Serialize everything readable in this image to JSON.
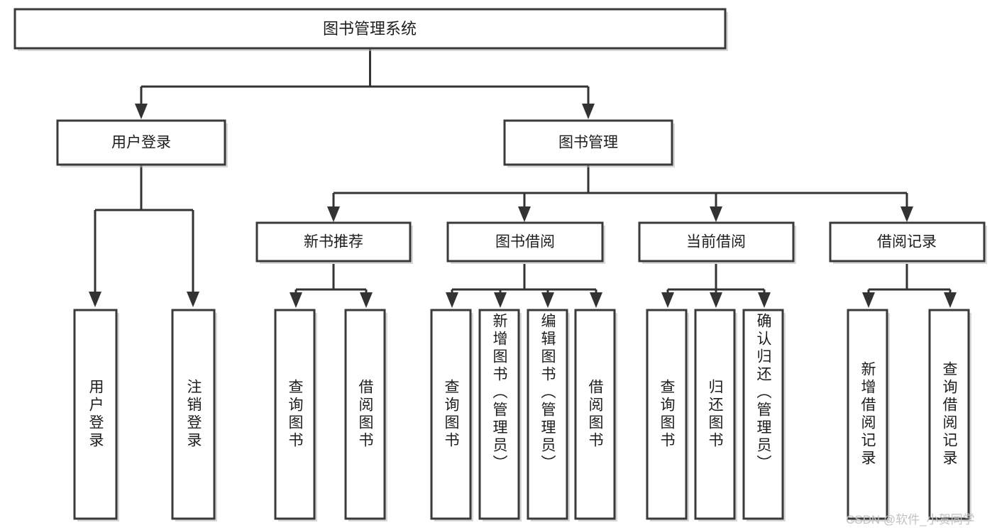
{
  "diagram": {
    "type": "tree",
    "title": "图书管理系统",
    "orientation": "top-down",
    "colors": {
      "box_fill": "#ffffff",
      "box_stroke": "#3a3a3a",
      "connector": "#333333",
      "text": "#1d1d1d",
      "watermark": "#c2c2c2"
    },
    "nodes": {
      "root": {
        "label": "图书管理系统"
      },
      "level2": [
        {
          "id": "user-login",
          "label": "用户登录"
        },
        {
          "id": "book-manage",
          "label": "图书管理"
        }
      ],
      "level3": [
        {
          "id": "new-book-rec",
          "label": "新书推荐"
        },
        {
          "id": "book-borrow",
          "label": "图书借阅"
        },
        {
          "id": "current-borrow",
          "label": "当前借阅"
        },
        {
          "id": "borrow-record",
          "label": "借阅记录"
        }
      ],
      "leaves": [
        {
          "id": "leaf-user-login",
          "label": "用户登录",
          "parent": "user-login"
        },
        {
          "id": "leaf-logout",
          "label": "注销登录",
          "parent": "user-login"
        },
        {
          "id": "leaf-query-book-1",
          "label": "查询图书",
          "parent": "new-book-rec"
        },
        {
          "id": "leaf-borrow-book-1",
          "label": "借阅图书",
          "parent": "new-book-rec"
        },
        {
          "id": "leaf-query-book-2",
          "label": "查询图书",
          "parent": "book-borrow"
        },
        {
          "id": "leaf-add-book",
          "label": "新增图书（管理员）",
          "parent": "book-borrow"
        },
        {
          "id": "leaf-edit-book",
          "label": "编辑图书（管理员）",
          "parent": "book-borrow"
        },
        {
          "id": "leaf-borrow-book-2",
          "label": "借阅图书",
          "parent": "book-borrow"
        },
        {
          "id": "leaf-query-book-3",
          "label": "查询图书",
          "parent": "current-borrow"
        },
        {
          "id": "leaf-return-book",
          "label": "归还图书",
          "parent": "current-borrow"
        },
        {
          "id": "leaf-confirm-return",
          "label": "确认归还（管理员）",
          "parent": "current-borrow"
        },
        {
          "id": "leaf-add-record",
          "label": "新增借阅记录",
          "parent": "borrow-record"
        },
        {
          "id": "leaf-query-record",
          "label": "查询借阅记录",
          "parent": "borrow-record"
        }
      ]
    },
    "watermark": "CSDN @软件_小贺同学"
  }
}
